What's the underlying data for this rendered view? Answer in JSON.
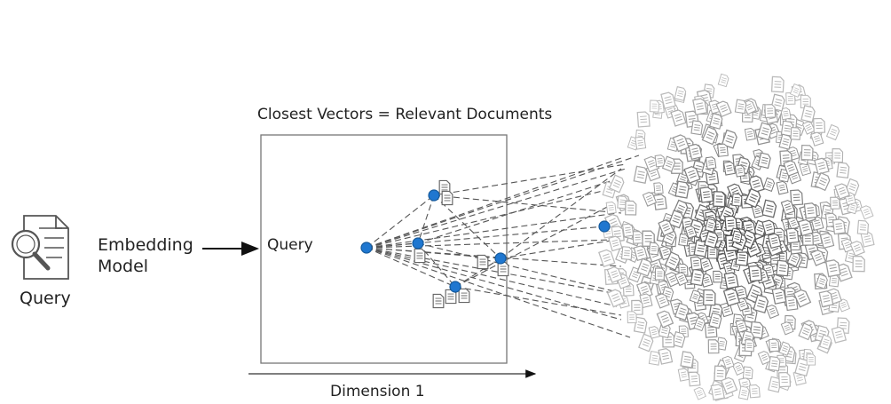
{
  "diagram": {
    "title": "Closest Vectors = Relevant Documents",
    "query_icon": {
      "icon": "document-magnifier-icon",
      "label": "Query"
    },
    "embedding_label_line1": "Embedding",
    "embedding_label_line2": "Model",
    "box_query_label": "Query",
    "axis_label": "Dimension 1",
    "colors": {
      "point": "#1f77d0",
      "point_outline": "#155a9c",
      "line": "#555555",
      "box": "#777777",
      "doc": "#7a7a7a"
    },
    "nodes": [
      {
        "id": "query",
        "kind": "query-point"
      },
      {
        "id": "doc-a",
        "kind": "relevant-document"
      },
      {
        "id": "doc-b",
        "kind": "relevant-document"
      },
      {
        "id": "doc-c",
        "kind": "relevant-document"
      },
      {
        "id": "doc-d",
        "kind": "relevant-document"
      },
      {
        "id": "cloud-edge",
        "kind": "document-cloud-point"
      }
    ],
    "cloud": {
      "description": "large cluster of document vectors",
      "icon": "document-icon"
    }
  }
}
